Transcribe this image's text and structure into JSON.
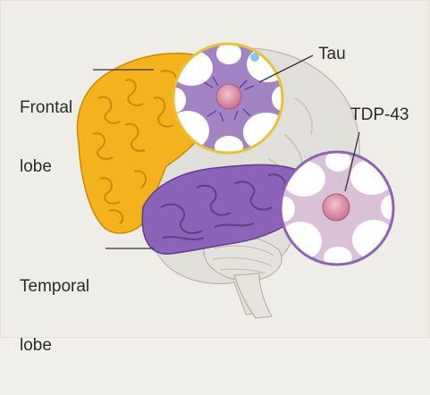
{
  "labels": {
    "frontal_line1": "Frontal",
    "frontal_line2": "lobe",
    "temporal_line1": "Temporal",
    "temporal_line2": "lobe",
    "tau": "Tau",
    "tdp43": "TDP-43"
  },
  "colors": {
    "background": "#efede7",
    "frontal_lobe": "#f4b21d",
    "temporal_lobe": "#8b63b8",
    "brain_rest": "#e1dfd9",
    "tau_ring": "#e8c13a",
    "tdp_ring": "#8b63b8",
    "cell_membrane": "#a788c6",
    "nucleus": "#d98ba4"
  }
}
